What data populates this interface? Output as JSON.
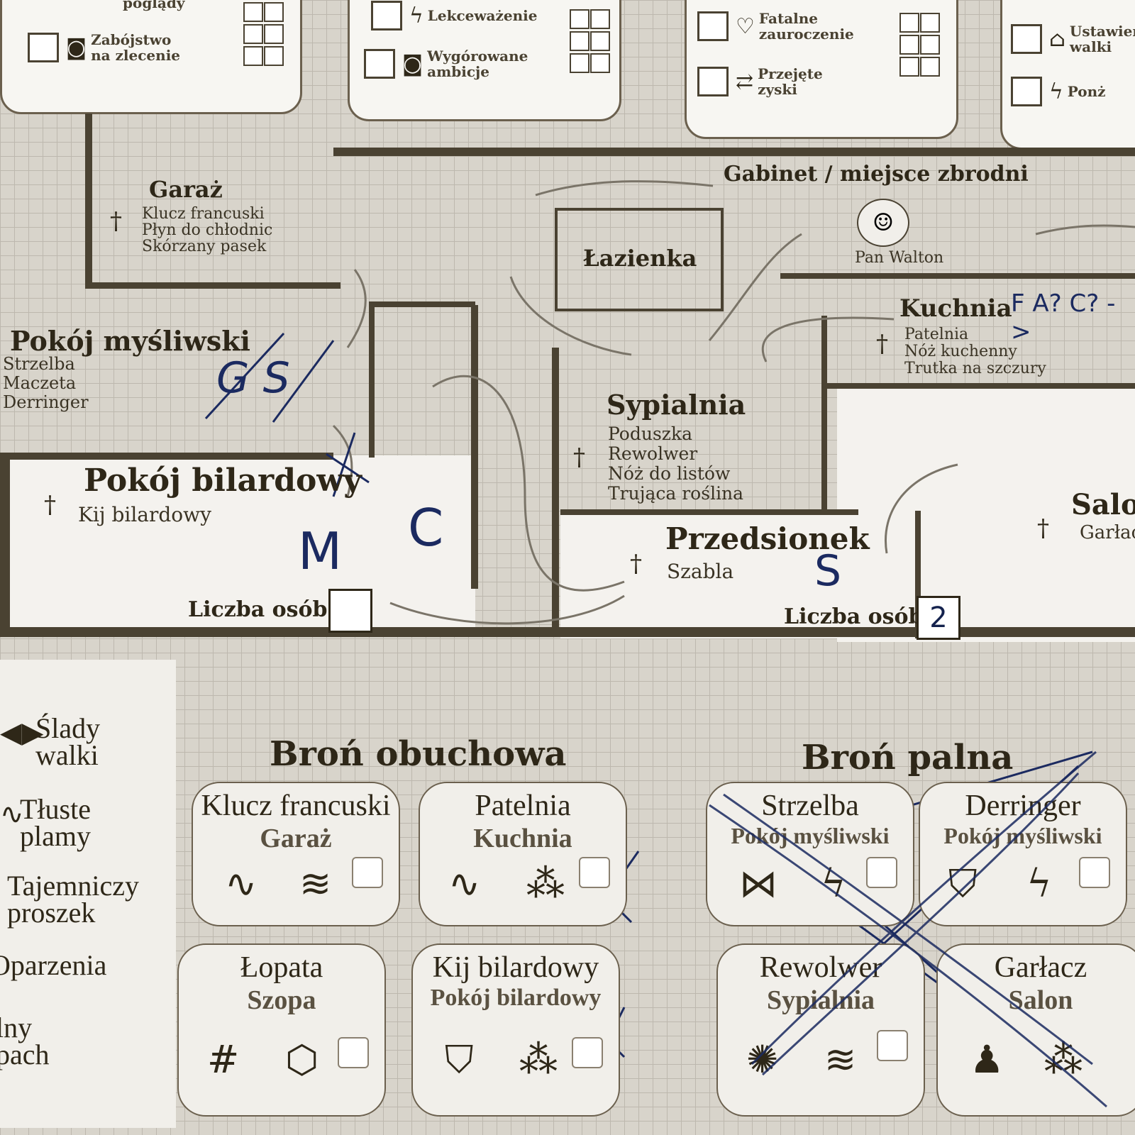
{
  "top_cards": [
    {
      "rows": [
        {
          "text": "poglądy",
          "icon": "eye-icon"
        },
        {
          "text": "Zabójstwo na zlecenie",
          "icon": "mask-icon"
        }
      ]
    },
    {
      "rows": [
        {
          "text": "Lekceważenie",
          "icon": "bolt-icon"
        },
        {
          "text": "Wygórowane ambicje",
          "icon": "mask-icon"
        }
      ]
    },
    {
      "rows": [
        {
          "text": "Fatalne zauroczenie",
          "icon": "heart-icon"
        },
        {
          "text": "Przejęte zyski",
          "icon": "swap-icon"
        }
      ]
    },
    {
      "rows": [
        {
          "text": "Ustawienie walki",
          "icon": "briefcase-icon"
        },
        {
          "text": "Ponż",
          "icon": "bolt-icon"
        }
      ]
    }
  ],
  "rooms": {
    "garaz": {
      "name": "Garaż",
      "items": [
        "Klucz francuski",
        "Płyn do chłodnic",
        "Skórzany pasek"
      ]
    },
    "gabinet": {
      "name": "Gabinet / miejsce zbrodni",
      "victim": "Pan Walton"
    },
    "lazienka": {
      "name": "Łazienka"
    },
    "kuchnia": {
      "name": "Kuchnia",
      "items": [
        "Patelnia",
        "Nóż kuchenny",
        "Trutka na szczury"
      ]
    },
    "mysliwski": {
      "name": "Pokój myśliwski",
      "items": [
        "Strzelba",
        "Maczeta",
        "Derringer"
      ]
    },
    "sypialnia": {
      "name": "Sypialnia",
      "items": [
        "Poduszka",
        "Rewolwer",
        "Nóż do listów",
        "Trująca roślina"
      ]
    },
    "bilardowy": {
      "name": "Pokój bilardowy",
      "items": [
        "Kij bilardowy"
      ],
      "count_label": "Liczba osób",
      "count": ""
    },
    "przedsionek": {
      "name": "Przedsionek",
      "items": [
        "Szabla"
      ],
      "count_label": "Liczba osób",
      "count": "2"
    },
    "salon": {
      "name": "Salon",
      "items": [
        "Garłacz"
      ]
    }
  },
  "pen_marks": {
    "kuchnia_note": "F A? C? ->",
    "mysliwski_note": "G S",
    "bilard_m": "M",
    "bilard_c": "C",
    "przedsionek_s": "S"
  },
  "legend": [
    {
      "icon": "fight-marks-icon",
      "label": "Ślady walki"
    },
    {
      "icon": "grease-icon",
      "label": "Tłuste plamy"
    },
    {
      "icon": "powder-icon",
      "label": "Tajemniczy proszek"
    },
    {
      "icon": "burn-icon",
      "label": "Oparzenia"
    },
    {
      "icon": "stain-icon",
      "label": "lny pach"
    }
  ],
  "sections": {
    "blunt": {
      "title": "Broń obuchowa",
      "cards": [
        {
          "weapon": "Klucz francuski",
          "location": "Garaż",
          "sym1": "∿",
          "sym2": "≋",
          "crossed": true
        },
        {
          "weapon": "Patelnia",
          "location": "Kuchnia",
          "sym1": "∿",
          "sym2": "⁂",
          "crossed": true
        },
        {
          "weapon": "Łopata",
          "location": "Szopa",
          "sym1": "#",
          "sym2": "⬡",
          "crossed": false
        },
        {
          "weapon": "Kij bilardowy",
          "location": "Pokój bilardowy",
          "sym1": "⛉",
          "sym2": "⁂",
          "crossed": true
        }
      ]
    },
    "firearms": {
      "title": "Broń palna",
      "cards": [
        {
          "weapon": "Strzelba",
          "location": "Pokój myśliwski",
          "sym1": "⋈",
          "sym2": "ϟ"
        },
        {
          "weapon": "Derringer",
          "location": "Pokój myśliwski",
          "sym1": "⛉",
          "sym2": "ϟ"
        },
        {
          "weapon": "Rewolwer",
          "location": "Sypialnia",
          "sym1": "✺",
          "sym2": "≋"
        },
        {
          "weapon": "Garłacz",
          "location": "Salon",
          "sym1": "♟",
          "sym2": "⁂"
        }
      ]
    }
  },
  "colors": {
    "ink": "#1b2a60",
    "wall": "#4a4232",
    "paper": "#f1efea"
  }
}
